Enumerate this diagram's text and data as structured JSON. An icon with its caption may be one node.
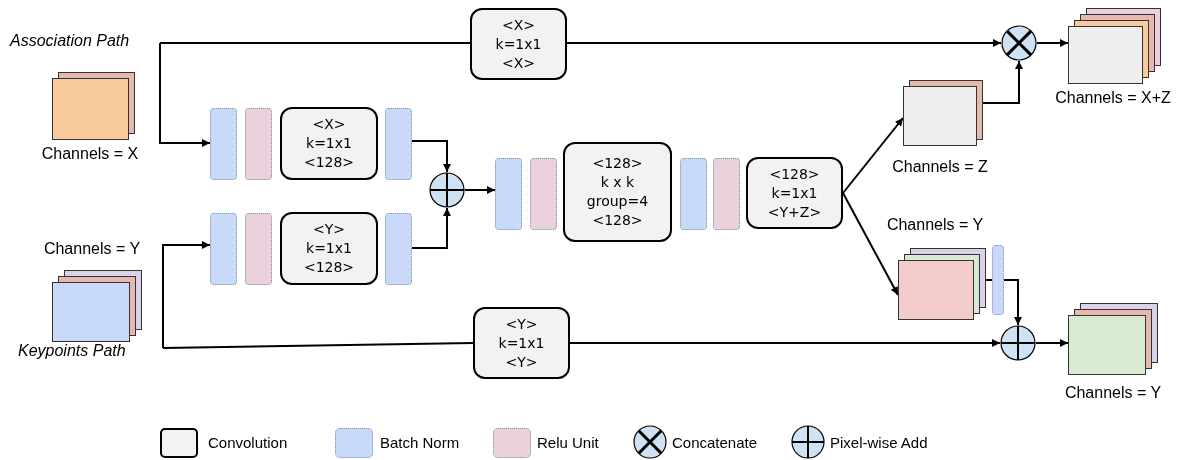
{
  "diagram": {
    "nodes": [
      {
        "text": [],
        "shape": "box",
        "beside": [
          "Channels = X"
        ]
      },
      {
        "text": [],
        "shape": "bar"
      },
      {
        "text": [],
        "shape": "bar"
      },
      {
        "text": [
          "<X>",
          "k=1x1",
          "<128>"
        ]
      },
      {
        "text": [],
        "shape": "bar"
      },
      {
        "text": [],
        "shape": "box",
        "beside": [
          "Channels = Y"
        ]
      },
      {
        "text": [],
        "shape": "bar"
      },
      {
        "text": [],
        "shape": "bar"
      },
      {
        "text": [
          "<Y>",
          "k=1x1",
          "<128>"
        ]
      },
      {
        "text": [],
        "shape": "bar"
      },
      {
        "text": [],
        "shape": "circle"
      },
      {
        "text": [],
        "shape": "bar"
      },
      {
        "text": [],
        "shape": "bar"
      },
      {
        "text": [
          "<128>",
          "k x k",
          "group=4",
          "<128>"
        ]
      },
      {
        "text": [],
        "shape": "bar"
      },
      {
        "text": [],
        "shape": "bar"
      },
      {
        "text": [
          "<128>",
          "k=1x1",
          "<Y+Z>"
        ]
      },
      {
        "text": [
          "<X>",
          "k=1x1",
          "<X>"
        ]
      },
      {
        "text": [],
        "shape": "box",
        "beside": [
          "Channels = Z"
        ]
      },
      {
        "text": [],
        "shape": "box",
        "beside": [
          "Channels = Y"
        ]
      },
      {
        "text": [],
        "shape": "bar"
      },
      {
        "text": [],
        "shape": "circle"
      },
      {
        "text": [],
        "shape": "circle"
      },
      {
        "text": [],
        "shape": "box",
        "beside": [
          "Channels = X+Z"
        ]
      },
      {
        "text": [],
        "shape": "box",
        "beside": [
          "Channels = Y"
        ]
      },
      {
        "text": [
          "<Y>",
          "k=1x1",
          "<Y>"
        ]
      }
    ],
    "edges": [
      {
        "from": null,
        "to": 17,
        "arrow": "none"
      },
      {
        "from": 17,
        "to": 21,
        "arrow": "to"
      },
      {
        "from": null,
        "to": 1,
        "arrow": "to"
      },
      {
        "from": 4,
        "to": 10,
        "arrow": "to"
      },
      {
        "from": 9,
        "to": 10,
        "arrow": "to"
      },
      {
        "from": 10,
        "to": 11,
        "arrow": "to"
      },
      {
        "from": null,
        "to": 6,
        "arrow": "to"
      },
      {
        "from": null,
        "to": 25,
        "arrow": "none"
      },
      {
        "from": 16,
        "to": 18,
        "arrow": "to"
      },
      {
        "from": 16,
        "to": 19,
        "arrow": "to"
      },
      {
        "from": 18,
        "to": 21,
        "arrow": "to"
      },
      {
        "from": 19,
        "to": 20,
        "arrow": "none"
      },
      {
        "from": 20,
        "to": 22,
        "arrow": "to"
      },
      {
        "from": 25,
        "to": 22,
        "arrow": "to"
      },
      {
        "from": 21,
        "to": 23,
        "arrow": "to"
      },
      {
        "from": 22,
        "to": 24,
        "arrow": "to"
      }
    ],
    "labels": [
      "Association Path",
      "Keypoints Path"
    ],
    "legend": [
      {
        "text": "Convolution",
        "color": "#f2f2f2"
      },
      {
        "text": "Batch Norm",
        "color": "#c9daf8"
      },
      {
        "text": "Relu Unit",
        "color": "#ead1dc"
      },
      {
        "text": "Concatenate"
      },
      {
        "text": "Pixel-wise Add"
      }
    ]
  }
}
